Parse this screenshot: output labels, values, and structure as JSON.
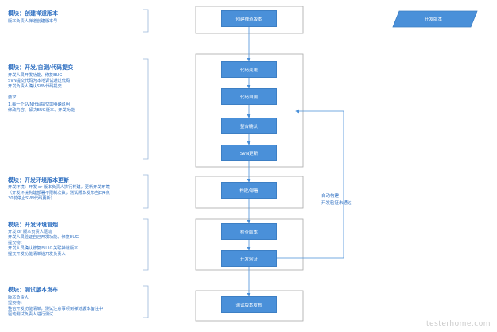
{
  "watermark": "testerhome.com",
  "legend": {
    "label": "开发版本",
    "color": "#4a90d9"
  },
  "sections": [
    {
      "title": "模块：创建禅道版本",
      "lines": [
        "版本负责人禅道创建版本号"
      ]
    },
    {
      "title": "模块：开发/自测/代码提交",
      "lines": [
        "开发人员开发功能、修复BUG",
        "SVN提交代码为本地调试通过代码",
        "开发负责人确认SVN代码提交",
        "",
        "要求：",
        " 1.每一个SVN代码提交需明确说明",
        "   修改内容、解决BUG版本、开发功能"
      ]
    },
    {
      "title": "模块：开发环境版本更新",
      "lines": [
        "开发环境：开发 or 版本负责人执行构建，更新开发环境",
        "（开发环境构建部署不限制次数，测试版本发布当日4点",
        "30前停止SVN代码更新）"
      ]
    },
    {
      "title": "模块：开发环境冒烟",
      "lines": [
        "    开发 or 版本负责人驱动",
        "    开发人员验证自己开发功能、修复BUG",
        "提交物：",
        "    开发人员确认修复ＢＵＧ关联禅道版本",
        "    提交开发功能清单给开发负责人"
      ]
    },
    {
      "title": "模块：测试版本发布",
      "lines": [
        "版本负责人",
        "提交物：",
        "    整合开发功能清单，测试注意事项到禅道版本备注中",
        "    驱动测试负责人进行测试"
      ]
    }
  ],
  "steps": [
    "创建禅道版本",
    "代码变更",
    "代码自测",
    "整合确认",
    "SVN更新",
    "构建/部署",
    "检查版本",
    "开发验证",
    "测试版本发布"
  ],
  "feedback_label": [
    "自动构建",
    "开发验证未通过"
  ]
}
